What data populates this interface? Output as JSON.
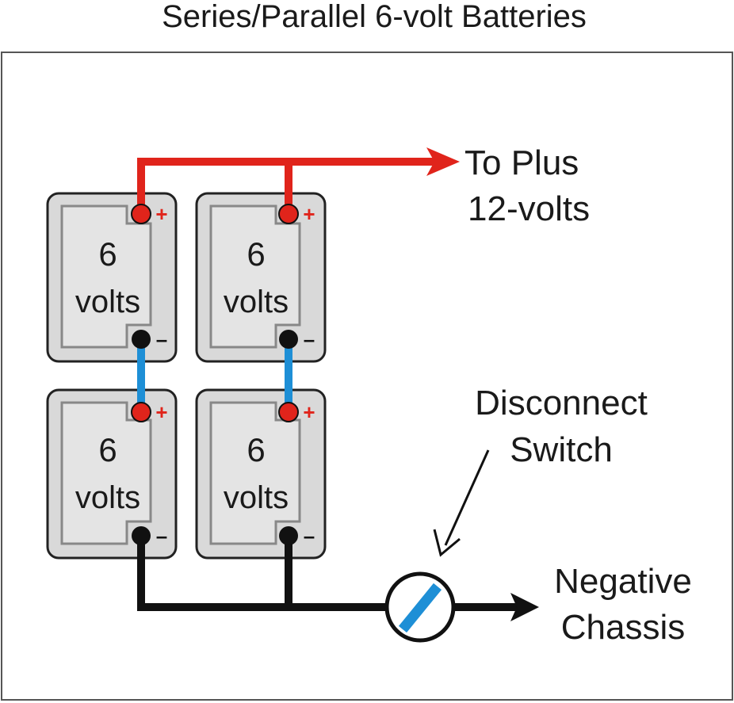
{
  "title": "Series/Parallel 6-volt Batteries",
  "batteries": [
    {
      "number": "6",
      "unit": "volts",
      "plus": "+",
      "minus": "–"
    },
    {
      "number": "6",
      "unit": "volts",
      "plus": "+",
      "minus": "–"
    },
    {
      "number": "6",
      "unit": "volts",
      "plus": "+",
      "minus": "–"
    },
    {
      "number": "6",
      "unit": "volts",
      "plus": "+",
      "minus": "–"
    }
  ],
  "labels": {
    "positive_line1": "To Plus",
    "positive_line2": "12-volts",
    "switch_line1": "Disconnect",
    "switch_line2": "Switch",
    "negative_line1": "Negative",
    "negative_line2": "Chassis"
  },
  "colors": {
    "positive_wire": "#e0241b",
    "series_wire": "#1e8fd6",
    "negative_wire": "#111111",
    "battery_fill": "#d9d9d9",
    "battery_outline": "#222222",
    "switch_blade": "#1e8fd6"
  }
}
